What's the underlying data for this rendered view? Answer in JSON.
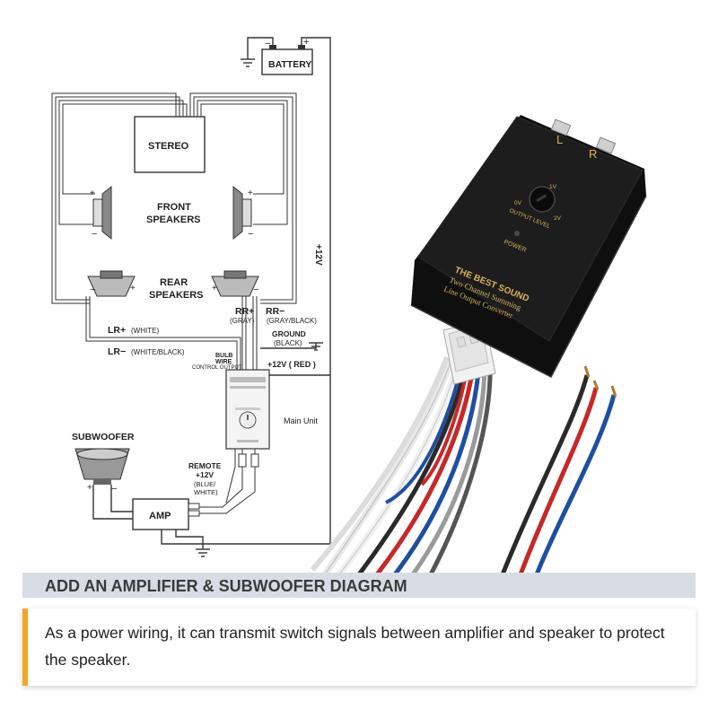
{
  "diagram": {
    "battery": "BATTERY",
    "stereo": "STEREO",
    "front_speakers": [
      "FRONT",
      "SPEAKERS"
    ],
    "rear_speakers": [
      "REAR",
      "SPEAKERS"
    ],
    "plus12v_vertical": "+12V",
    "rr_plus": "RR+",
    "rr_plus_color": "(GRAY)",
    "rr_minus": "RR−",
    "rr_minus_color": "(GRAY/BLACK)",
    "ground": "GROUND",
    "ground_color": "(BLACK)",
    "lr_plus": "LR+",
    "lr_plus_color": "(WHITE)",
    "lr_minus": "LR−",
    "lr_minus_color": "(WHITE/BLACK)",
    "bulb_wire": [
      "BULB",
      "WIRE"
    ],
    "control_output": "CONTROL OUTPUT",
    "plus12v_red": "+12V ( RED  )",
    "main_unit": "Main Unit",
    "subwoofer": "SUBWOOFER",
    "remote": [
      "REMOTE",
      "+12V",
      "(BLUE/",
      "WHITE)"
    ],
    "amp": "AMP",
    "plus": "+",
    "minus": "−"
  },
  "product": {
    "channel_l": "L",
    "channel_r": "R",
    "knob_top": "1V",
    "knob_left": "0V",
    "knob_right": "2V",
    "output_level": "OUTPUT LEVEL",
    "power": "POWER",
    "brand": "THE BEST SOUND",
    "line1": "Two Channel Summing",
    "line2": "Line Output Converter"
  },
  "banner": {
    "title": "ADD AN AMPLIFIER & SUBWOOFER DIAGRAM"
  },
  "note": {
    "text": "As a power wiring, it can transmit switch signals between amplifier and speaker to protect the speaker."
  },
  "colors": {
    "accent": "#f5a623",
    "banner_bg": "#d7dde5",
    "device_body": "#1c1c1c",
    "label_gold": "#d8b35a"
  }
}
